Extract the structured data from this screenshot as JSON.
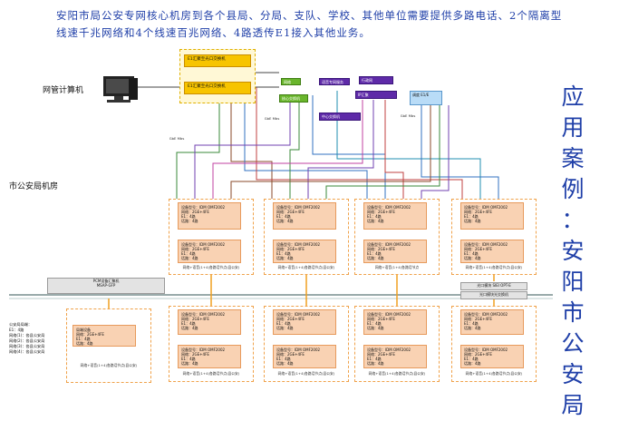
{
  "title": "安阳市局公安专网核心机房到各个县局、分局、支队、学校、其他单位需要提供多路电话、2个隔离型线速千兆网络和4个线速百兆网络、4路透传E1接入其他业务。",
  "side_title": [
    "应",
    "用",
    "案",
    "例",
    "：",
    "安",
    "阳",
    "市",
    "公",
    "安",
    "局"
  ],
  "labels": {
    "nms": "网管计算机",
    "city_room": "市公安局机房"
  },
  "core": {
    "switch1": "E1汇聚至光口交换机",
    "switch2": "E1汇聚至光口交换机"
  },
  "top_boxes": {
    "green_a": "网络",
    "green_b": "核心交换机",
    "purple_a": "语音专网服务",
    "purple_b": "行政网",
    "purple_c": "IP汇聚",
    "purple_d": "中心交换机",
    "blue": "调度 E1/E"
  },
  "mux": {
    "label": "PCM设备汇聚机",
    "sub": "MSAP-GFP"
  },
  "right_bar": {
    "a": "光口模块 SIEI OPT-E",
    "b": "光口模块光交换机"
  },
  "device": {
    "model": "设备型号：IDM OMF2002",
    "net": "网络：2GE+4FE",
    "e1": "E1：4路",
    "tel": "话路：4路"
  },
  "sites_top": [
    "网络+语音(1+4)各路话节点(县公安)",
    "网络+语音(1+4)各路话节点(县公安)",
    "网络+语音(1+4)各路话节点",
    "网络+语音(1+4)各路话节点(县公安)"
  ],
  "sites_bottom": [
    "网络+语音(1+4)各路话节点(县公安)",
    "网络+语音(1+4)各路话节点(县公安)",
    "网络+语音(1+4)各路话节点(县公安)",
    "网络+语音(1+4)各路话节点(县公安)"
  ],
  "bottom_left": {
    "lines": [
      "公安局局端：",
      "E1：4路",
      "网络(1)：各县公安局",
      "网络(2)：各县公安局",
      "网络(3)：各县公安局",
      "网络(4)：各县公安局"
    ],
    "box_title": "局端设备",
    "box_l1": "网络：2GE+4FE",
    "box_l2": "E1：4路",
    "box_l3": "话路：4路",
    "caption": "网络+语音(1+4)各路话节点(县公安)"
  },
  "fiber_label": "GbE Mbs"
}
